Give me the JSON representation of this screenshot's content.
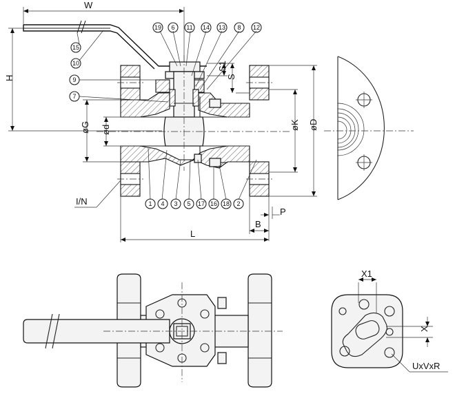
{
  "dimensions": {
    "W": "W",
    "H": "H",
    "S1": "S1",
    "S": "S",
    "G": "øG",
    "d": "ød",
    "K": "øK",
    "D": "øD",
    "IN": "I/N",
    "B": "B",
    "P": "P",
    "L": "L",
    "X1": "X1",
    "X": "X",
    "UxVxR": "UxVxR"
  },
  "callouts": {
    "c19": "19",
    "c6": "6",
    "c11": "11",
    "c14": "14",
    "c13": "13",
    "c8": "8",
    "c12": "12",
    "c9": "9",
    "c7": "7",
    "c15": "15",
    "c10": "10",
    "c1": "1",
    "c4": "4",
    "c3": "3",
    "c5": "5",
    "c17": "17",
    "c16": "16",
    "c18": "18",
    "c2": "2"
  }
}
